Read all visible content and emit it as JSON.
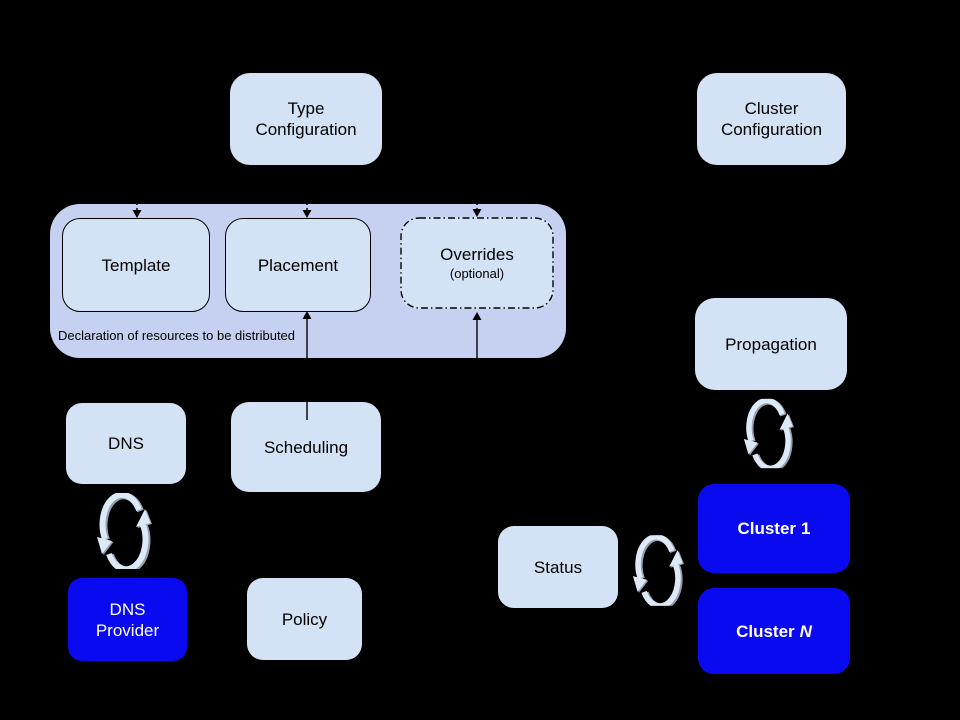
{
  "diagram": {
    "background": "#000000",
    "colors": {
      "light_box_fill": "#d4e2f5",
      "container_fill": "#c6d1f1",
      "blue_box_fill": "#0a0af0",
      "box_text": "#000000",
      "blue_box_text": "#ffffff",
      "connector": "#000000",
      "sync_icon_light": "#dde9f6",
      "sync_icon_shadow": "#93a0af"
    },
    "type_config": {
      "line1": "Type",
      "line2": "Configuration"
    },
    "cluster_config": {
      "line1": "Cluster",
      "line2": "Configuration"
    },
    "federated_resource": {
      "caption": "Declaration of resources to be distributed",
      "template": "Template",
      "placement": "Placement",
      "overrides": "Overrides",
      "overrides_note": "(optional)"
    },
    "dns": "DNS",
    "scheduling": "Scheduling",
    "dns_provider": {
      "line1": "DNS",
      "line2": "Provider"
    },
    "policy": "Policy",
    "propagation": "Propagation",
    "status": "Status",
    "cluster_1": {
      "prefix": "Cluster",
      "suffix": "1"
    },
    "cluster_n": {
      "prefix": "Cluster",
      "suffix": "N"
    },
    "icons": {
      "sync": "circular-sync-arrows"
    }
  }
}
